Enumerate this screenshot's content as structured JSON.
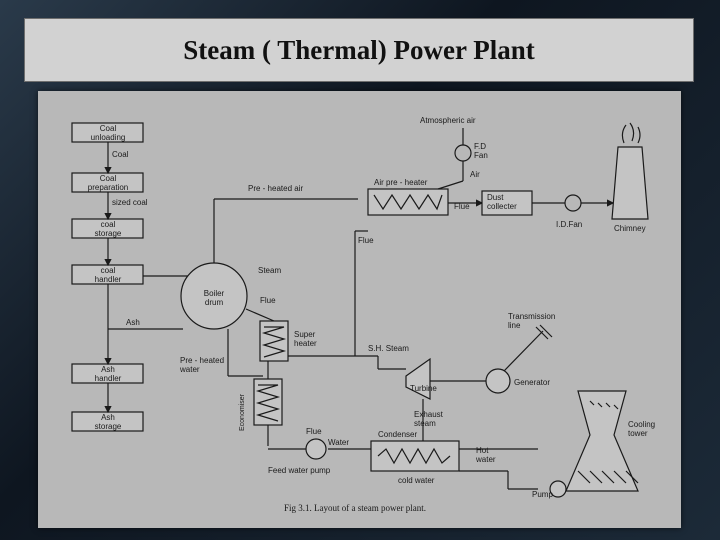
{
  "slide": {
    "title": "Steam ( Thermal) Power Plant"
  },
  "diagram": {
    "coal_unloading_label": "Coal\nunloading",
    "coal_link_label": "Coal",
    "coal_preparation_label": "Coal\npreparation",
    "sized_coal_label": "sized coal",
    "coal_storage_label": "coal\nstorage",
    "coal_handler_label": "coal\nhandler",
    "ash_label": "Ash",
    "ash_handler_label": "Ash\nhandler",
    "ash_storage_label": "Ash\nstorage",
    "boiler_drum_label": "Boiler\ndrum",
    "steam_label": "Steam",
    "flue_label": "Flue",
    "super_heater_label": "Super\nheater",
    "economiser_label": "Economiser",
    "preheated_air_label": "Pre - heated air",
    "preheated_water_label": "Pre - heated\nwater",
    "atmospheric_air_label": "Atmospheric air",
    "fd_fan_label": "F.D\nFan",
    "air_label": "Air",
    "air_preheater_label": "Air pre - heater",
    "dust_collector_label": "Dust\ncollecter",
    "id_fan_label": "I.D.Fan",
    "chimney_label": "Chimney",
    "transmission_line_label": "Transmission\nline",
    "sh_steam_label": "S.H. Steam",
    "turbine_label": "Turbine",
    "generator_label": "Generator",
    "exhaust_steam_label": "Exhaust\nsteam",
    "condenser_label": "Condenser",
    "water_label": "Water",
    "feed_water_pump_label": "Feed water pump",
    "hot_water_label": "Hot\nwater",
    "cold_water_label": "cold water",
    "cooling_tower_label": "Cooling\ntower",
    "pump_label": "Pump",
    "caption": "Fig 3.1.    Layout of a steam power plant."
  }
}
